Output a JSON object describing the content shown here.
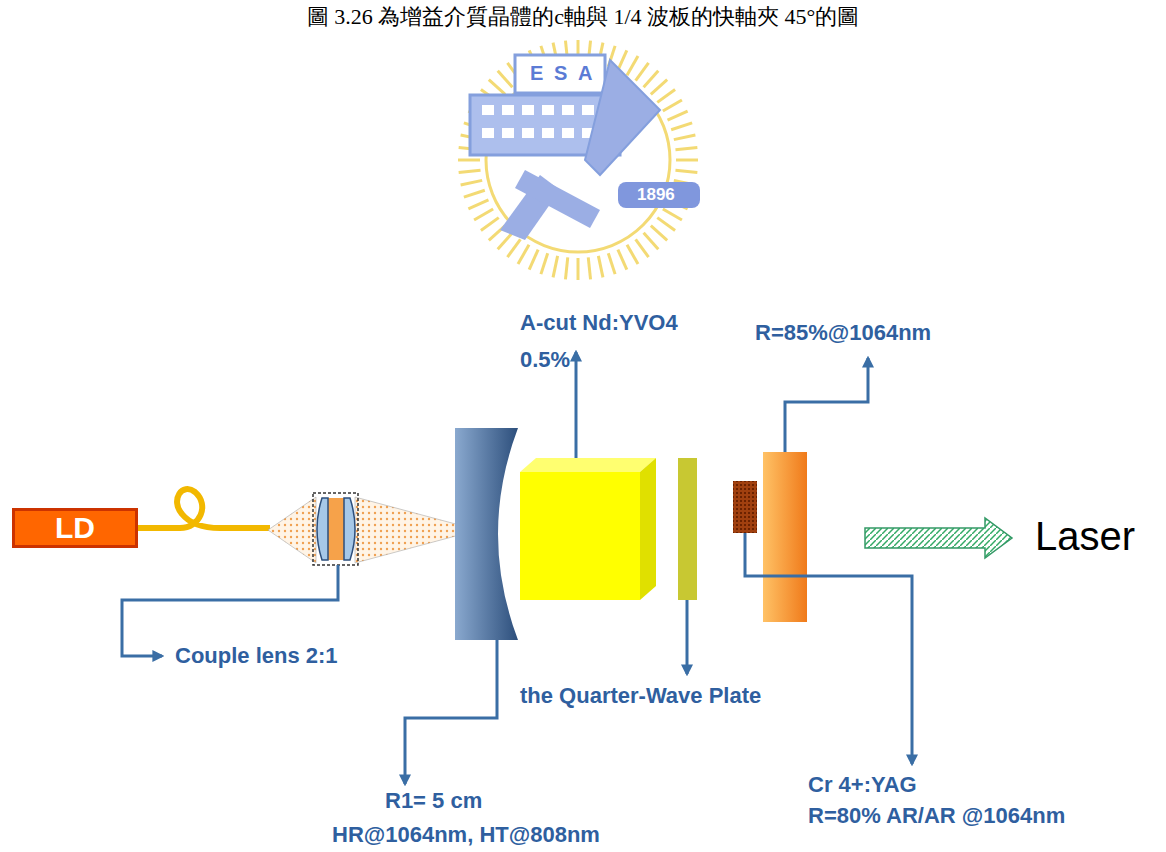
{
  "diagram": {
    "caption": "圖 3.26 為增益介質晶體的c軸與 1/4 波板的快軸夾 45°的圖",
    "nodes": [
      {
        "text": [
          "LD"
        ]
      }
    ],
    "labels": [
      "E",
      "S",
      "A",
      "1896",
      "A-cut Nd:YVO4",
      "0.5%",
      "R=85%@1064nm",
      "Couple lens 2:1",
      "the Quarter-Wave Plate",
      "Cr 4+:YAG",
      "R=80% AR/AR @1064nm",
      "R1= 5 cm",
      "HR@1064nm, HT@808nm",
      "Laser"
    ]
  }
}
